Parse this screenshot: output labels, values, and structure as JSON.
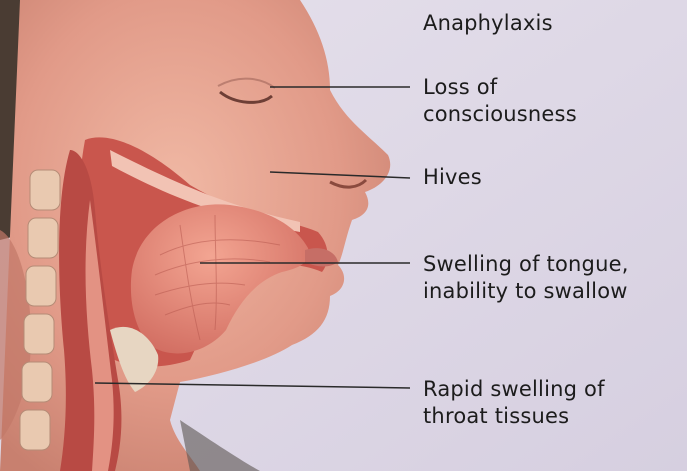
{
  "title": "Anaphylaxis",
  "labels": [
    {
      "id": "loss",
      "text": "Loss of\nconsciousness"
    },
    {
      "id": "hives",
      "text": "Hives"
    },
    {
      "id": "tongue",
      "text": "Swelling of tongue,\ninability to swallow"
    },
    {
      "id": "throat",
      "text": "Rapid swelling of\nthroat tissues"
    }
  ],
  "colors": {
    "background": "#dcd6e4",
    "skin": "#e2a493",
    "flesh": "#d9776a",
    "leader_line": "#2a2a2a",
    "text": "#1c1c1c"
  }
}
